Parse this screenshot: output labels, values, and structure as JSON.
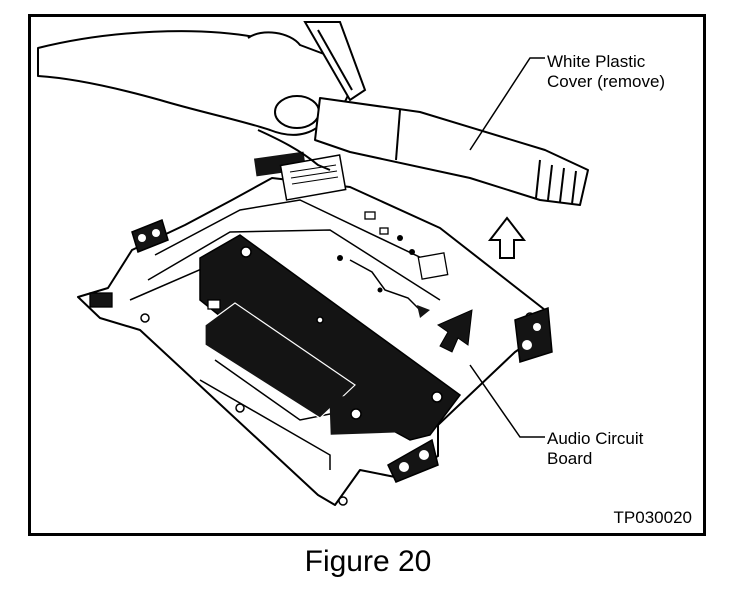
{
  "figure": {
    "caption": "Figure 20",
    "reference_code": "TP030020"
  },
  "callouts": {
    "white_plastic_cover": {
      "line1": "White Plastic",
      "line2": "Cover (remove)"
    },
    "audio_circuit_board": {
      "line1": "Audio Circuit",
      "line2": "Board"
    }
  },
  "colors": {
    "ink": "#000000",
    "paper": "#ffffff",
    "dark_fill": "#141414"
  }
}
